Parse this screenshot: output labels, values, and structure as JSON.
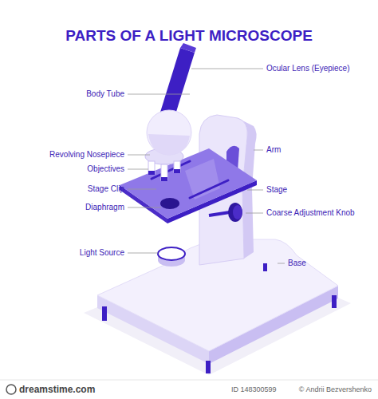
{
  "diagram": {
    "title": "PARTS OF A LIGHT MICROSCOPE",
    "labels": [
      "Ocular Lens (Eyepiece)",
      "Body Tube",
      "Arm",
      "Revolving Nosepiece",
      "Objectives",
      "Stage Clip",
      "Stage",
      "Diaphragm",
      "Coarse Adjustment Knob",
      "Light Source",
      "Base",
      "dreamstime.com",
      "ID 148300599",
      "© Andrii Bezvershenko"
    ]
  }
}
